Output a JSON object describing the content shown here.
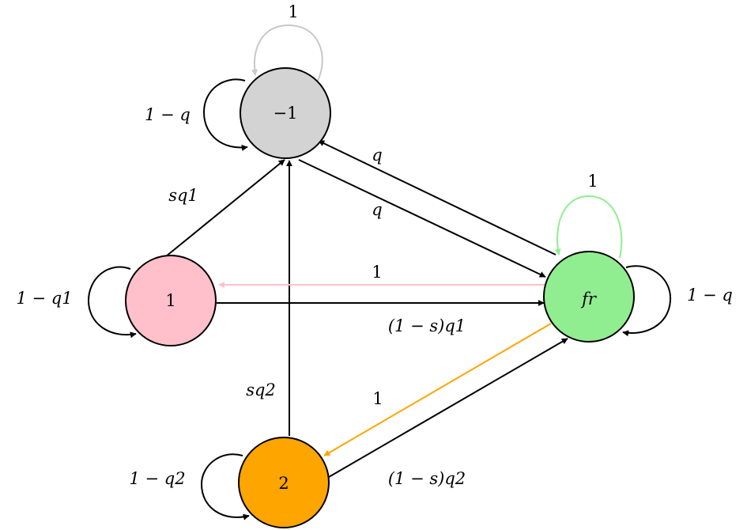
{
  "nodes": {
    "minus1": {
      "label": "−1",
      "color": "#d3d3d3"
    },
    "one": {
      "label": "1",
      "color": "#ffc0cb"
    },
    "fr": {
      "label": "fr",
      "color": "#90ee90"
    },
    "two": {
      "label": "2",
      "color": "#ffa500"
    }
  },
  "edges": {
    "self_minus1_top": "1",
    "self_minus1_left": "1 − q",
    "self_fr_top": "1",
    "self_fr_right": "1 − q",
    "self_one_left": "1 − q1",
    "self_two_left": "1 − q2",
    "fr_to_minus1": "q",
    "minus1_to_fr": "q",
    "one_to_minus1": "sq1",
    "two_to_minus1": "sq2",
    "fr_to_one": "1",
    "one_to_fr": "(1 − s)q1",
    "fr_to_two": "1",
    "two_to_fr": "(1 − s)q2"
  },
  "colors": {
    "edge": "#000000",
    "minus1_loop": "#c8c8c8",
    "fr_loop": "#90ee90",
    "fr_to_one": "#ffc0cb",
    "fr_to_two": "#ffa500"
  }
}
